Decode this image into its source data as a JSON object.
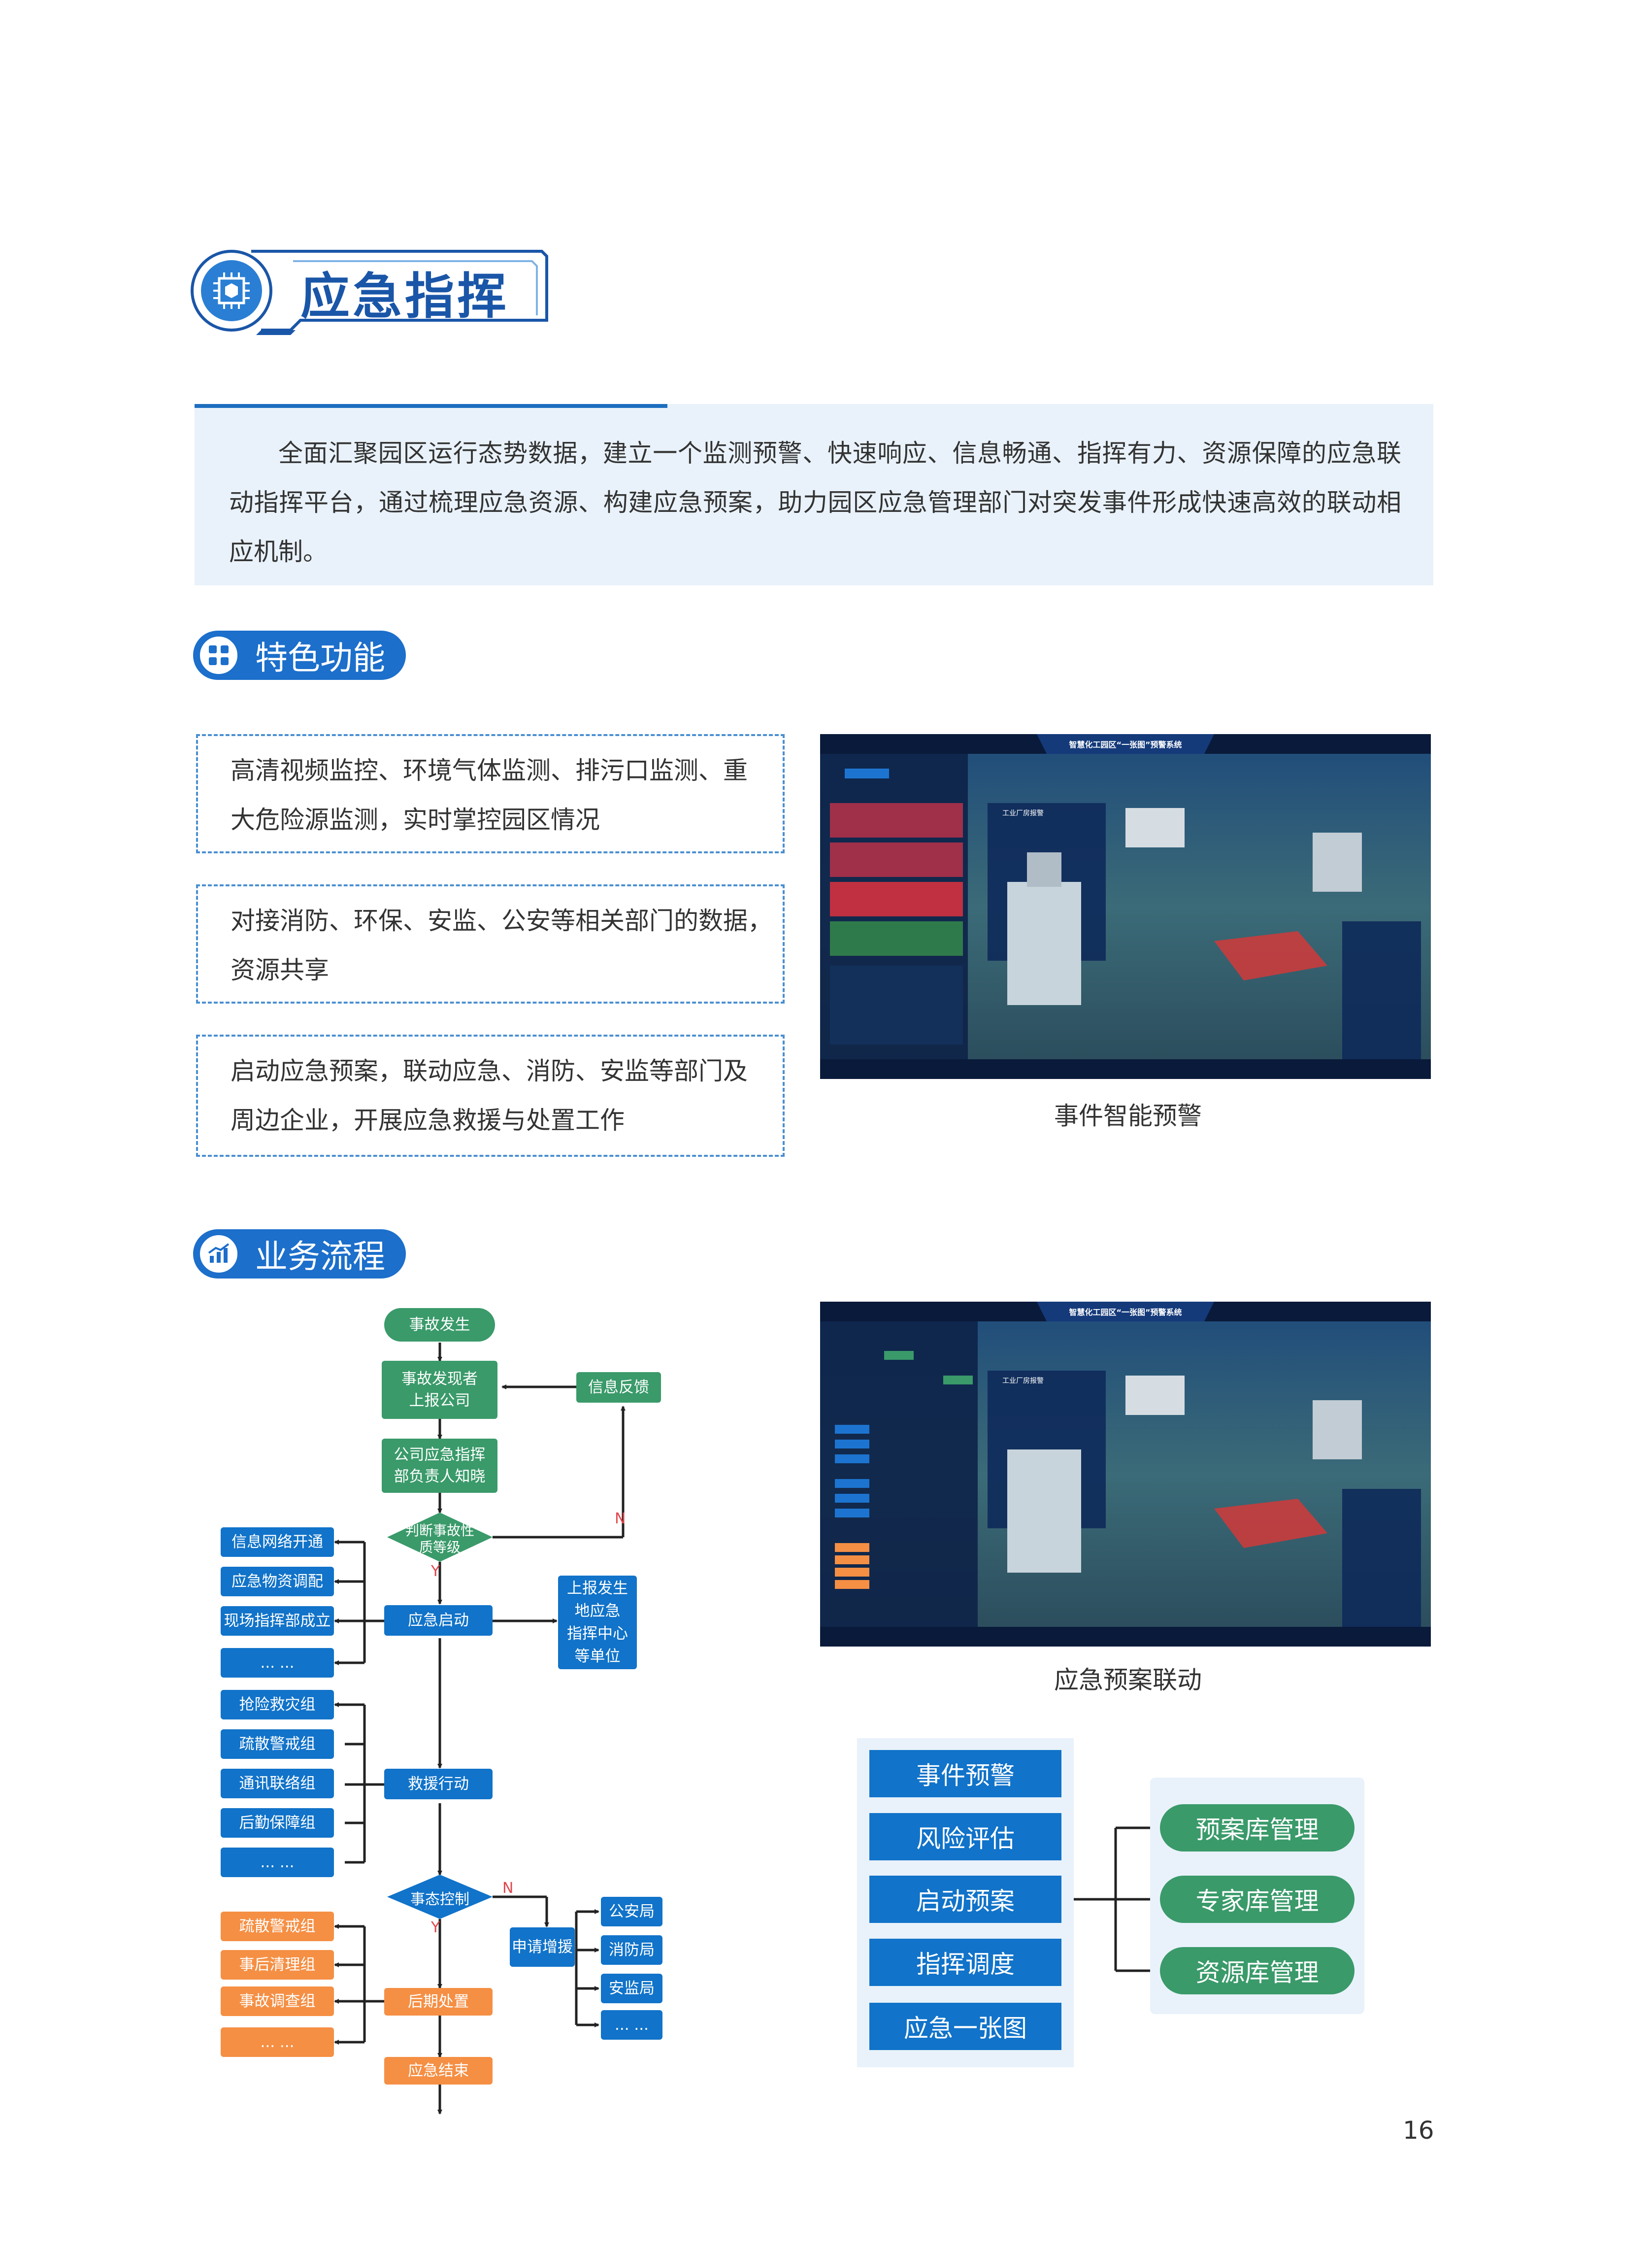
{
  "header": {
    "title": "应急指挥"
  },
  "intro": {
    "text": "全面汇聚园区运行态势数据，建立一个监测预警、快速响应、信息畅通、指挥有力、资源保障的应急联动指挥平台，通过梳理应急资源、构建应急预案，助力园区应急管理部门对突发事件形成快速高效的联动相应机制。"
  },
  "features_section": {
    "title": "特色功能",
    "items": [
      {
        "line1": "高清视频监控、环境气体监测、排污口监测、重",
        "line2": "大危险源监测，实时掌控园区情况"
      },
      {
        "line1": "对接消防、环保、安监、公安等相关部门的数据，",
        "line2": "资源共享"
      },
      {
        "line1": "启动应急预案，联动应急、消防、安监等部门及",
        "line2": "周边企业，开展应急救援与处置工作"
      }
    ]
  },
  "screenshots": [
    {
      "system_title": "智慧化工园区“一张图”预警系统",
      "popup_title": "工业厂房报警",
      "caption": "事件智能预警"
    },
    {
      "system_title": "智慧化工园区“一张图”预警系统",
      "popup_title": "工业厂房报警",
      "caption": "应急预案联动"
    }
  ],
  "process_section": {
    "title": "业务流程"
  },
  "flowchart": {
    "start": "事故发生",
    "report": "事故发现者\n上报公司",
    "feedback": "信息反馈",
    "notify": "公司应急指挥\n部负责人知晓",
    "judge": "判断事故性\n质等级",
    "no_label": "N",
    "yes_label": "Y",
    "left_group1": [
      "信息网络开通",
      "应急物资调配",
      "现场指挥部成立",
      "... ..."
    ],
    "launch": "应急启动",
    "report_up": "上报发生\n地应急\n指挥中心\n等单位",
    "left_group2": [
      "抢险救灾组",
      "疏散警戒组",
      "通讯联络组",
      "后勤保障组",
      "... ..."
    ],
    "rescue": "救援行动",
    "control": "事态控制",
    "no_label2": "N",
    "yes_label2": "Y",
    "request": "申请增援",
    "right_group": [
      "公安局",
      "消防局",
      "安监局",
      "... ..."
    ],
    "left_group3": [
      "疏散警戒组",
      "事后清理组",
      "事故调查组",
      "... ..."
    ],
    "aftermath": "后期处置",
    "end": "应急结束"
  },
  "modules": {
    "left": [
      "事件预警",
      "风险评估",
      "启动预案",
      "指挥调度",
      "应急一张图"
    ],
    "right": [
      "预案库管理",
      "专家库管理",
      "资源库管理"
    ]
  },
  "page_number": "16"
}
